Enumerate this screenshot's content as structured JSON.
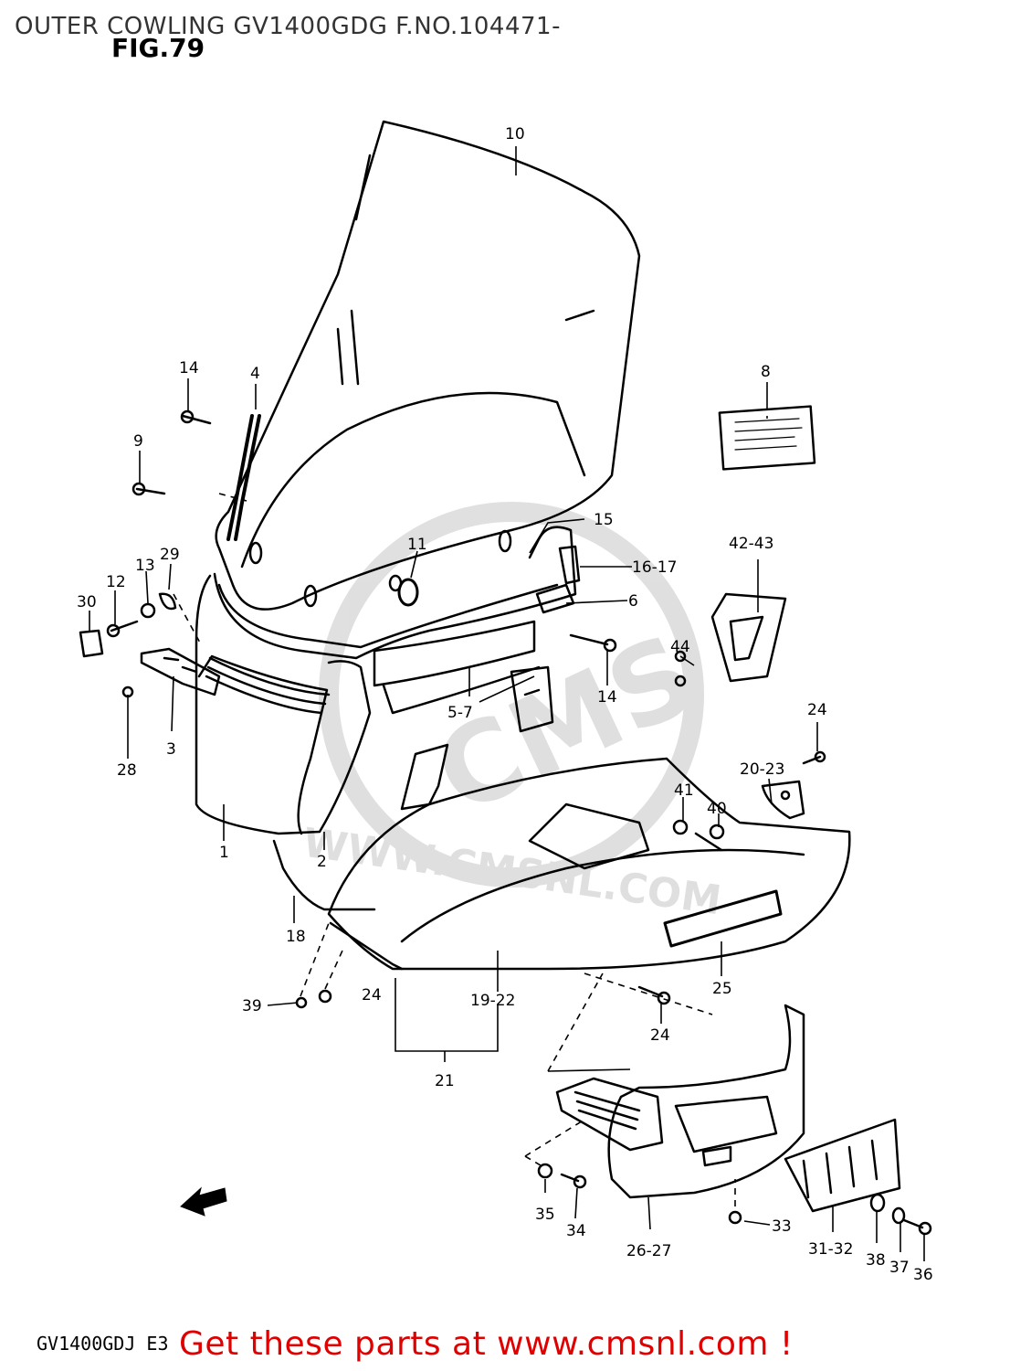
{
  "header": {
    "title": "OUTER COWLING GV1400GDG F.NO.104471-",
    "figure": "FIG.79"
  },
  "footer": {
    "model_code": "GV1400GDJ E3",
    "cta": "Get these parts at www.cmsnl.com !"
  },
  "watermark": {
    "text": "CMS",
    "url": "WWW.CMSNL.COM"
  },
  "colors": {
    "line": "#000000",
    "cta": "#e00000",
    "title": "#333333"
  },
  "parts": [
    {
      "label": "10"
    },
    {
      "label": "8"
    },
    {
      "label": "14"
    },
    {
      "label": "4"
    },
    {
      "label": "9"
    },
    {
      "label": "15"
    },
    {
      "label": "11"
    },
    {
      "label": "13"
    },
    {
      "label": "29"
    },
    {
      "label": "12"
    },
    {
      "label": "30"
    },
    {
      "label": "16-17"
    },
    {
      "label": "42-43"
    },
    {
      "label": "6"
    },
    {
      "label": "44"
    },
    {
      "label": "14"
    },
    {
      "label": "3"
    },
    {
      "label": "5-7"
    },
    {
      "label": "28"
    },
    {
      "label": "24"
    },
    {
      "label": "20-23"
    },
    {
      "label": "41"
    },
    {
      "label": "40"
    },
    {
      "label": "1"
    },
    {
      "label": "2"
    },
    {
      "label": "18"
    },
    {
      "label": "25"
    },
    {
      "label": "39"
    },
    {
      "label": "24"
    },
    {
      "label": "19-22"
    },
    {
      "label": "24"
    },
    {
      "label": "21"
    },
    {
      "label": "35"
    },
    {
      "label": "34"
    },
    {
      "label": "33"
    },
    {
      "label": "26-27"
    },
    {
      "label": "31-32"
    },
    {
      "label": "38"
    },
    {
      "label": "37"
    },
    {
      "label": "36"
    }
  ]
}
